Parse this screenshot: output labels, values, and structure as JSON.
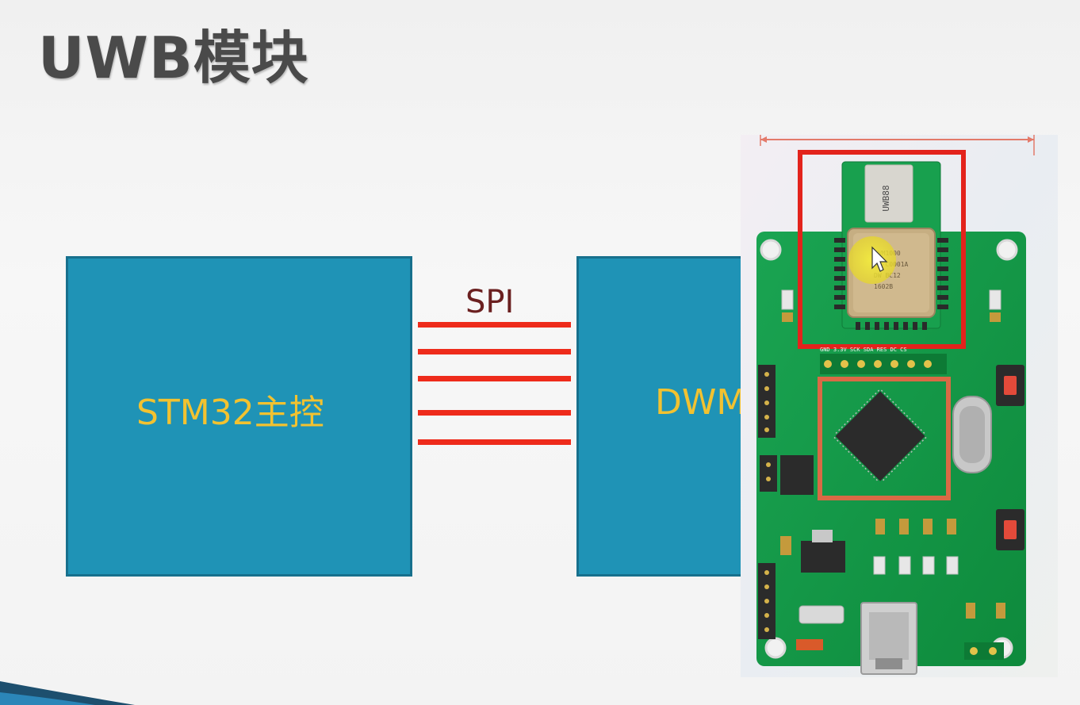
{
  "slide": {
    "title": "UWB模块",
    "bus_label": "SPI",
    "left_box_label": "STM32主控",
    "right_box_label": "DWM",
    "bus_line_count": 5
  },
  "photo": {
    "description_icon": "uwb-pcb-photo",
    "chip_marking": "UWB88",
    "header_labels": [
      "GND",
      "3.3V",
      "SCK",
      "SDA",
      "RES",
      "DC",
      "CS"
    ]
  },
  "colors": {
    "box_fill": "#1f93b6",
    "box_text": "#f2c230",
    "bus_line": "#ee2b1b",
    "pcb_green": "#169c4a",
    "highlight_red": "#e3231c",
    "highlight_orange": "#d96a45"
  }
}
